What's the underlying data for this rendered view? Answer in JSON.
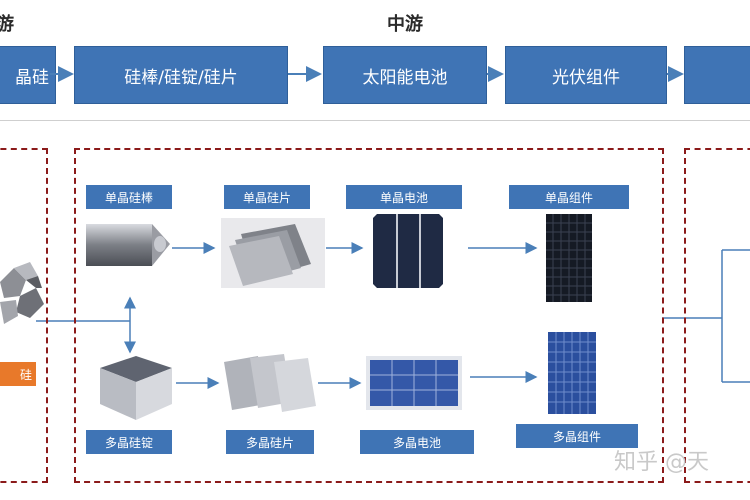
{
  "stages": {
    "upstream_partial": "游",
    "midstream": "中游"
  },
  "process": {
    "box1": "晶硅",
    "box2": "硅棒/硅锭/硅片",
    "box3": "太阳能电池",
    "box4": "光伏组件"
  },
  "mono": {
    "rod": "单晶硅棒",
    "wafer": "单晶硅片",
    "cell": "单晶电池",
    "module": "单晶组件"
  },
  "poly": {
    "ingot": "多晶硅锭",
    "wafer": "多晶硅片",
    "cell": "多晶电池",
    "module": "多晶组件"
  },
  "left_label": "硅",
  "watermark": "知乎 @天",
  "colors": {
    "box_blue": "#3f74b5",
    "dash_red": "#8b1a1a",
    "label_orange": "#e8792a",
    "arrow_blue": "#4a7fb8"
  }
}
